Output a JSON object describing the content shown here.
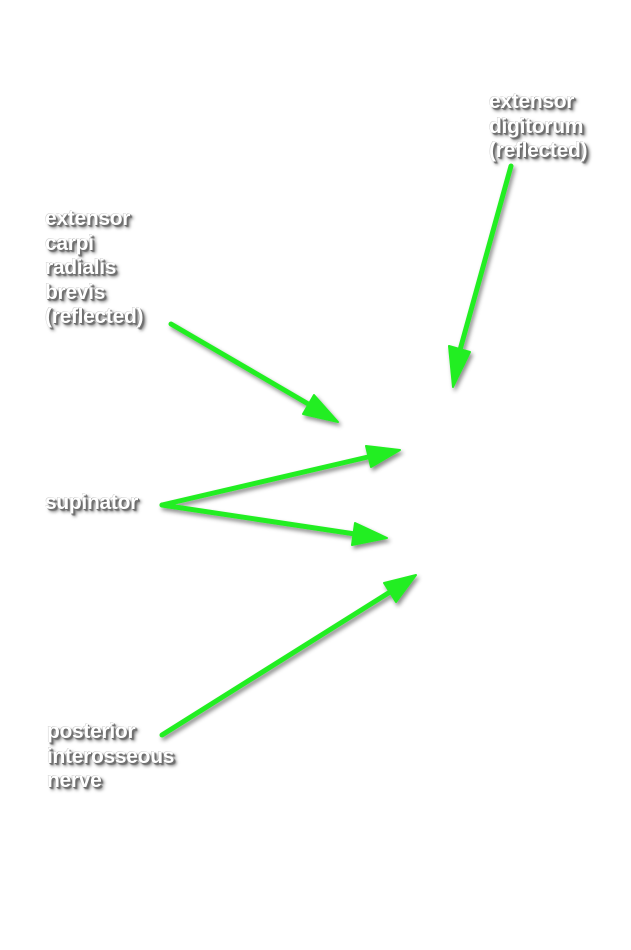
{
  "labels": {
    "extensor_digitorum": [
      "extensor",
      "digitorum",
      "(reflected)"
    ],
    "extensor_carpi_radialis_brevis": [
      "extensor",
      "carpi",
      "radialis",
      "brevis",
      "(reflected)"
    ],
    "supinator": [
      "supinator"
    ],
    "posterior_interosseous_nerve": [
      "posterior",
      "interosseous",
      "nerve"
    ]
  },
  "colors": {
    "arrow": "#22ee22",
    "arrow_outline": "#0a7a0a",
    "label_text": "#ffffff",
    "background": "#ffffff"
  }
}
